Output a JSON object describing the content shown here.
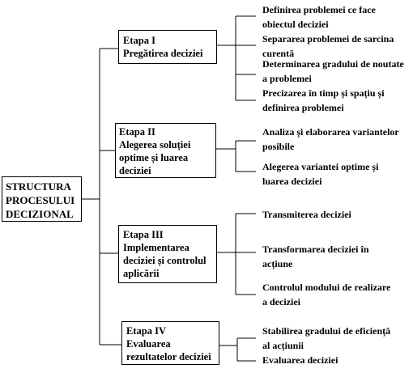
{
  "root": {
    "lines": [
      "STRUCTURA",
      "PROCESULUI",
      "DECIZIONAL"
    ]
  },
  "stages": [
    {
      "lines": [
        "Etapa I",
        "Pregătirea deciziei"
      ],
      "items": [
        [
          "Definirea problemei ce face",
          "obiectul deciziei"
        ],
        [
          "Separarea problemei de sarcina",
          "curentă"
        ],
        [
          "Determinarea gradului de noutate",
          "a problemei"
        ],
        [
          "Precizarea în timp și spațiu și",
          "definirea problemei"
        ]
      ]
    },
    {
      "lines": [
        "Etapa II",
        "Alegerea soluției",
        "optime și luarea",
        "deciziei"
      ],
      "items": [
        [
          "Analiza și elaborarea variantelor",
          "posibile"
        ],
        [
          "Alegerea variantei optime și",
          "luarea deciziei"
        ]
      ]
    },
    {
      "lines": [
        "Etapa III",
        "Implementarea",
        "deciziei și controlul",
        "aplicării"
      ],
      "items": [
        [
          "Transmiterea deciziei"
        ],
        [
          "Transformarea deciziei în",
          "acțiune"
        ],
        [
          "Controlul modului de realizare",
          "a deciziei"
        ]
      ]
    },
    {
      "lines": [
        "Etapa IV",
        "Evaluarea",
        "rezultatelor deciziei"
      ],
      "items": [
        [
          "Stabilirea gradului de eficiență",
          "al acțiunii"
        ],
        [
          "Evaluarea deciziei"
        ]
      ]
    }
  ]
}
